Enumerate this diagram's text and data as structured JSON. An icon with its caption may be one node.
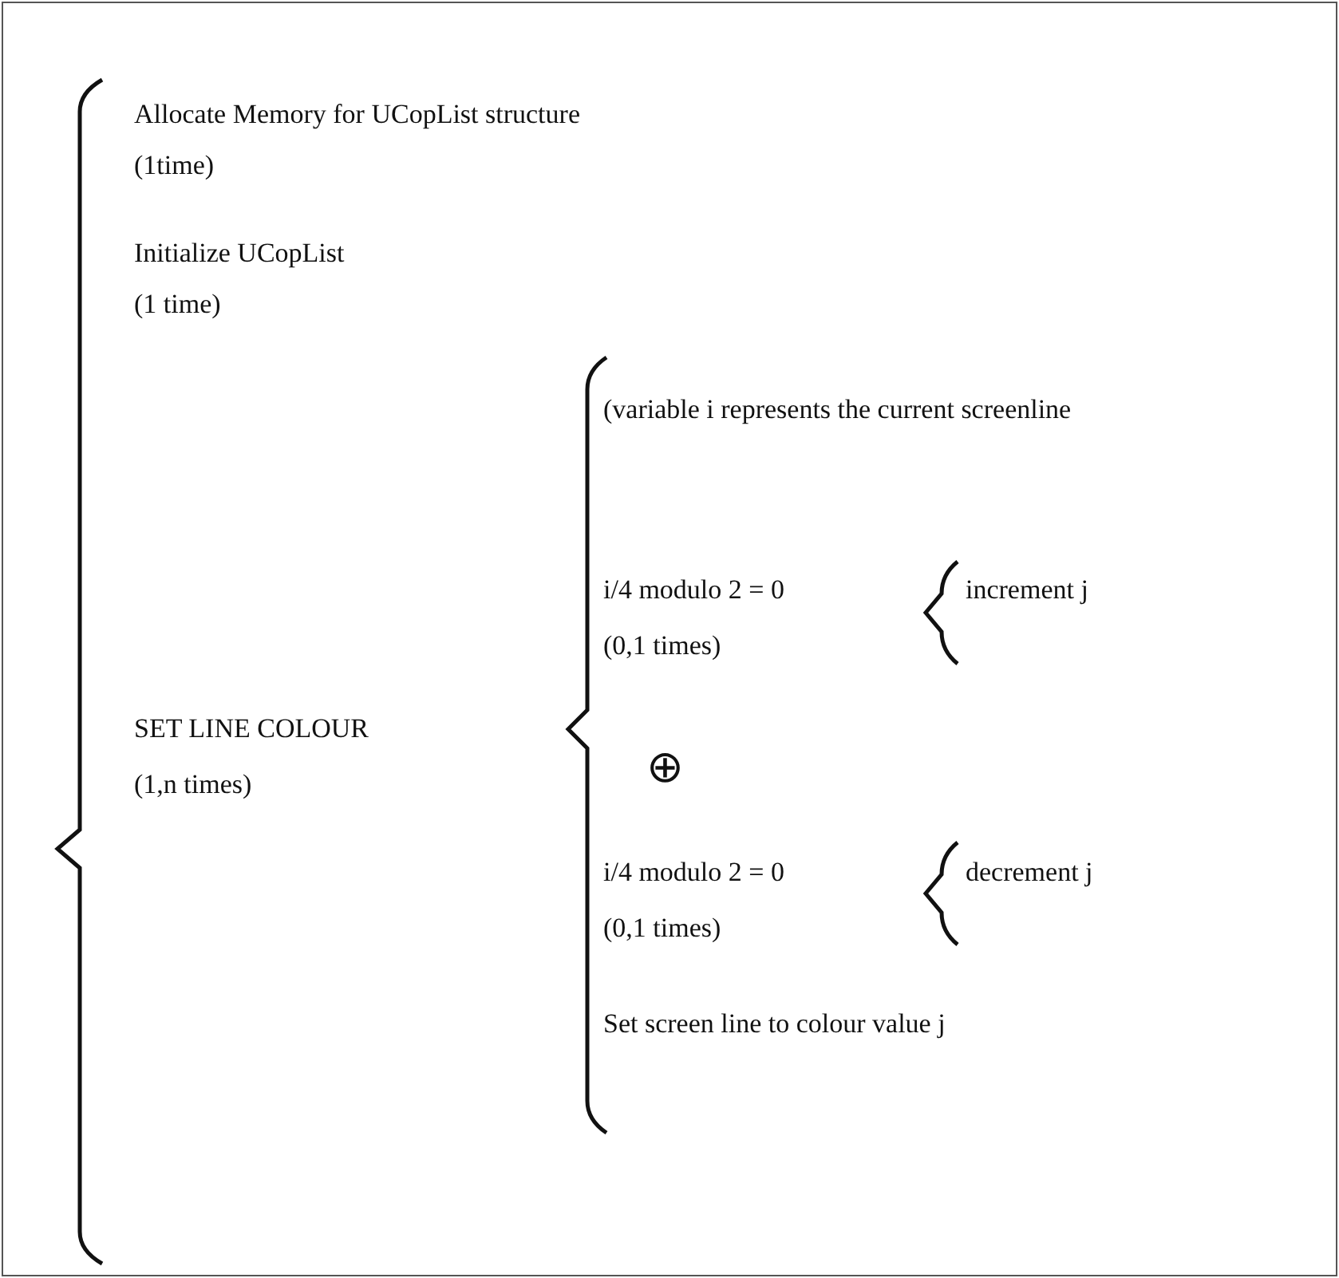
{
  "diagram": {
    "labels": [
      "Allocate Memory for UCopList structure",
      "(1time)",
      "Initialize UCopList",
      "(1 time)",
      "(variable i represents the current screenline",
      "SET LINE COLOUR",
      "(1,n times)",
      "i/4 modulo 2 = 0",
      "(0,1 times)",
      "increment j",
      "⊕",
      "i/4 modulo 2 = 0",
      "(0,1 times)",
      "decrement j",
      "Set screen line to colour value j"
    ]
  }
}
